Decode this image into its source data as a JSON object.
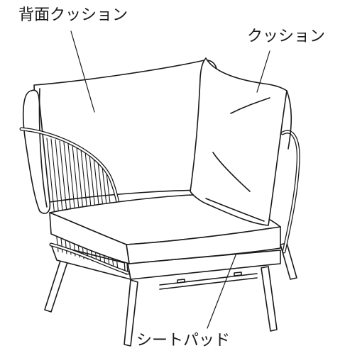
{
  "labels": {
    "back_cushion": "背面クッション",
    "cushion": "クッション",
    "seat_pad": "シートパッド"
  },
  "colors": {
    "line": "#1a1a1a",
    "fill": "#ffffff"
  }
}
